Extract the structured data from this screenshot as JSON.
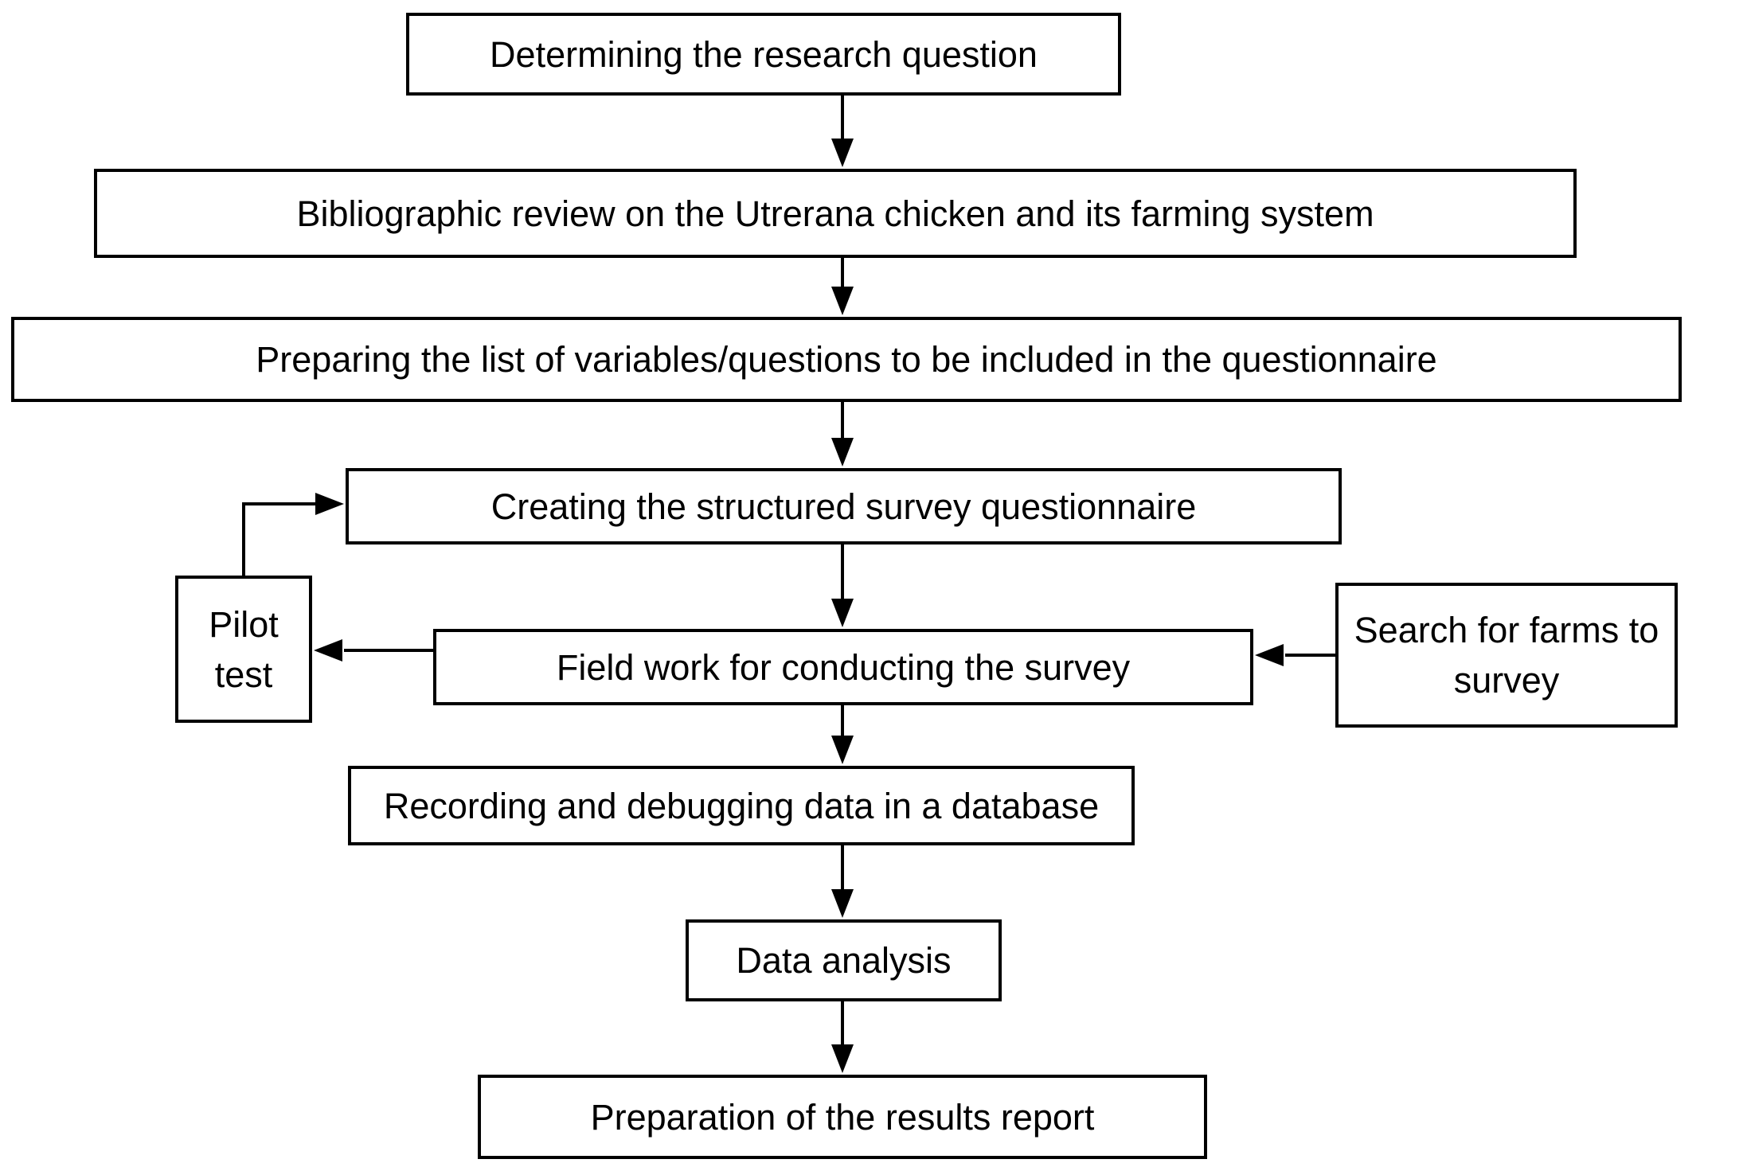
{
  "diagram": {
    "title": "Survey methodology flowchart",
    "background_color": "#ffffff",
    "box_border_color": "#000000",
    "text_color": "#000000",
    "arrow_color": "#000000",
    "nodes": {
      "determine": {
        "label": "Determining the research question"
      },
      "biblio": {
        "label": "Bibliographic review on the Utrerana chicken and its farming system"
      },
      "prepare": {
        "label": "Preparing the list of variables/questions to be included in the questionnaire"
      },
      "create": {
        "label": "Creating the structured survey questionnaire"
      },
      "pilot": {
        "label": "Pilot test"
      },
      "fieldwork": {
        "label": "Field work for conducting the survey"
      },
      "search": {
        "label": "Search for farms to survey"
      },
      "recording": {
        "label": "Recording and debugging data in a database"
      },
      "analysis": {
        "label": "Data analysis"
      },
      "report": {
        "label": "Preparation of the results report"
      }
    },
    "edges": [
      {
        "from": "determine",
        "to": "biblio"
      },
      {
        "from": "biblio",
        "to": "prepare"
      },
      {
        "from": "prepare",
        "to": "create"
      },
      {
        "from": "create",
        "to": "fieldwork"
      },
      {
        "from": "fieldwork",
        "to": "pilot"
      },
      {
        "from": "pilot",
        "to": "create"
      },
      {
        "from": "search",
        "to": "fieldwork"
      },
      {
        "from": "fieldwork",
        "to": "recording"
      },
      {
        "from": "recording",
        "to": "analysis"
      },
      {
        "from": "analysis",
        "to": "report"
      }
    ]
  }
}
